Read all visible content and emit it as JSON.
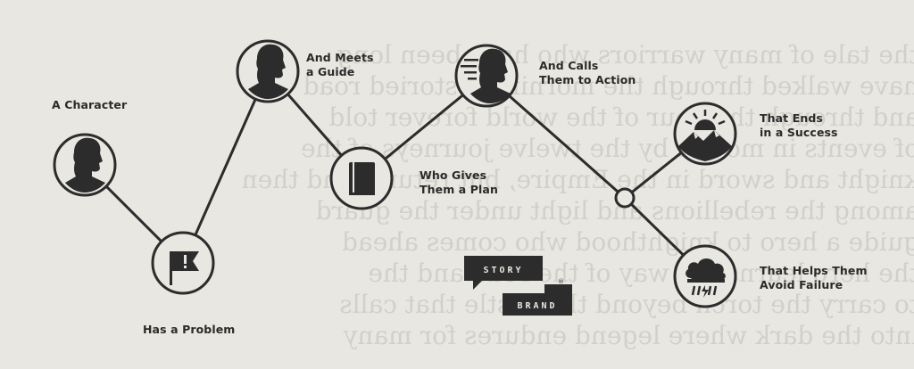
{
  "background_color": "#e9e7e1",
  "ink_color": "#2c2c2c",
  "steps": [
    {
      "label_line1": "A Character",
      "label_line2": "",
      "icon": "person-icon"
    },
    {
      "label_line1": "Has a Problem",
      "label_line2": "",
      "icon": "flag-icon"
    },
    {
      "label_line1": "And Meets",
      "label_line2": "a Guide",
      "icon": "person-icon"
    },
    {
      "label_line1": "Who Gives",
      "label_line2": "Them a Plan",
      "icon": "book-icon"
    },
    {
      "label_line1": "And Calls",
      "label_line2": "Them to Action",
      "icon": "person-speed-icon"
    },
    {
      "label_line1": "That Ends",
      "label_line2": "in a Success",
      "icon": "mountain-sun-icon"
    },
    {
      "label_line1": "That Helps Them",
      "label_line2": "Avoid Failure",
      "icon": "storm-cloud-icon"
    }
  ],
  "logo": {
    "word1": "STORY",
    "word2": "BRAND",
    "mark": "®"
  }
}
